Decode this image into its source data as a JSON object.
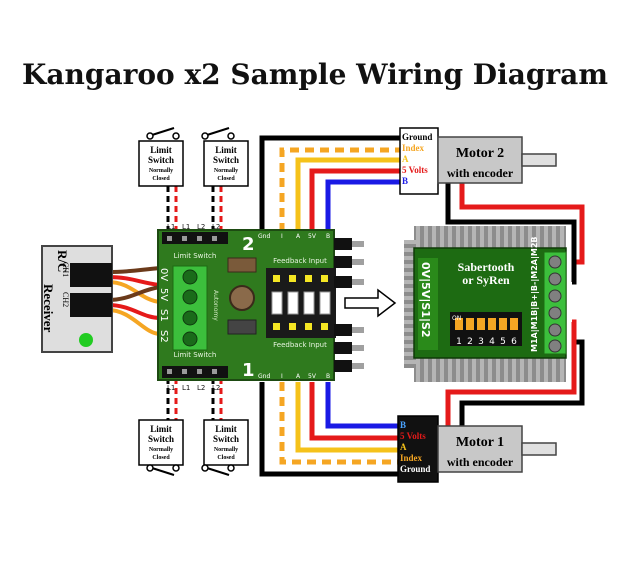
{
  "title": "Kangaroo x2 Sample Wiring Diagram",
  "colors": {
    "pcb_green": "#2f7a1e",
    "sabertooth_green": "#1d6b12",
    "heatsink": "#9a9a9a",
    "wire_black": "#000000",
    "wire_red": "#e51a1a",
    "wire_yellow": "#f5c21a",
    "wire_orange_dash": "#f5a623",
    "wire_white": "#ffffff",
    "wire_blue": "#1a1ae5",
    "wire_brown": "#6b3a1a",
    "led_green": "#22cc22"
  },
  "limit_switch": {
    "line1": "Limit",
    "line2": "Switch",
    "line3": "Normally",
    "line4": "Closed"
  },
  "rc_receiver": {
    "label_line1": "R/C",
    "label_line2": "Receiver",
    "ch1": "CH1",
    "ch2": "CH2"
  },
  "kangaroo": {
    "channel_top": "2",
    "channel_bottom": "1",
    "header_top": [
      "L1",
      "L1",
      "L2",
      "L2"
    ],
    "header_bottom": [
      "L1",
      "L1",
      "L2",
      "L2"
    ],
    "limit_switch_label": "Limit Switch",
    "terminal_labels": [
      "0V",
      "5V",
      "S1",
      "S2"
    ],
    "feedback_labels": [
      "Gnd",
      "I",
      "A",
      "5V",
      "B"
    ],
    "feedback_title": "Feedback Input",
    "brand": "Autonomy"
  },
  "sabertooth": {
    "name_line1": "Sabertooth",
    "name_line2": "or SyRen",
    "left_terminals": "0V|5V|S1|S2",
    "right_terminals": "M1A|M1B|B+|B-|M2A|M2B",
    "dip_on": "ON",
    "dip_numbers": [
      "1",
      "2",
      "3",
      "4",
      "5",
      "6"
    ]
  },
  "motor2": {
    "name": "Motor 2",
    "subtitle": "with encoder",
    "pinout": [
      "Ground",
      "Index",
      "A",
      "5 Volts",
      "B"
    ],
    "pin_colors": [
      "#000000",
      "#f5a623",
      "#f5c21a",
      "#e51a1a",
      "#1a1ae5"
    ]
  },
  "motor1": {
    "name": "Motor 1",
    "subtitle": "with encoder",
    "pinout": [
      "B",
      "5 Volts",
      "A",
      "Index",
      "Ground"
    ],
    "pin_colors": [
      "#4aa3ff",
      "#e51a1a",
      "#f5c21a",
      "#f5a623",
      "#ffffff"
    ]
  }
}
